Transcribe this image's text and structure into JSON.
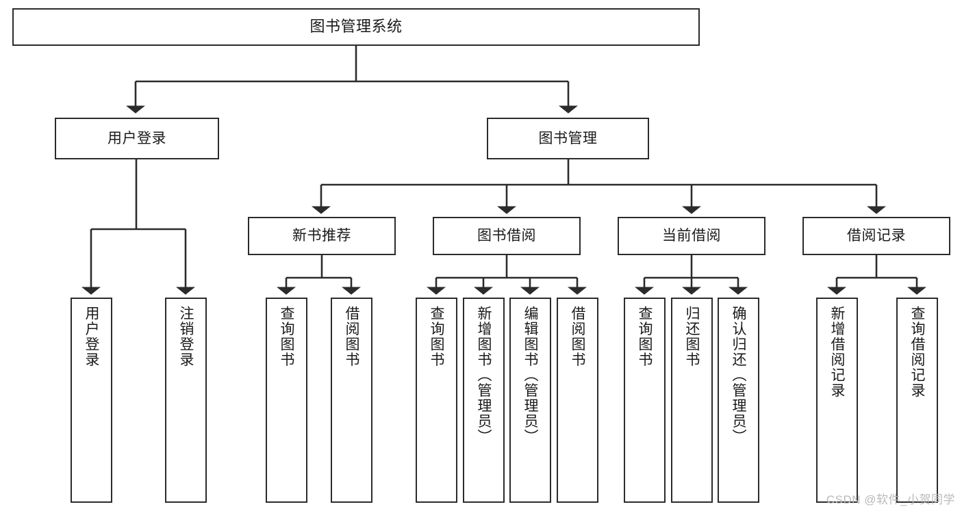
{
  "diagram": {
    "title": "图书管理系统",
    "watermark": "CSDN @软件_小贺同学",
    "stroke_color": "#2b2b2b",
    "fill_color": "#ffffff",
    "watermark_color": "#b9b9b9",
    "type": "tree-hierarchy-diagram"
  },
  "nodes": {
    "root": {
      "label": "图书管理系统"
    },
    "level2": [
      {
        "label": "用户登录"
      },
      {
        "label": "图书管理"
      }
    ],
    "level3": [
      {
        "label": "新书推荐"
      },
      {
        "label": "图书借阅"
      },
      {
        "label": "当前借阅"
      },
      {
        "label": "借阅记录"
      }
    ],
    "leaves": {
      "user_login": [
        {
          "label": "用户登录"
        },
        {
          "label": "注销登录"
        }
      ],
      "new_book_recommend": [
        {
          "label": "查询图书"
        },
        {
          "label": "借阅图书"
        }
      ],
      "book_borrow": [
        {
          "label": "查询图书"
        },
        {
          "label": "新增图书（管理员）"
        },
        {
          "label": "编辑图书（管理员）"
        },
        {
          "label": "借阅图书"
        }
      ],
      "current_borrow": [
        {
          "label": "查询图书"
        },
        {
          "label": "归还图书"
        },
        {
          "label": "确认归还（管理员）"
        }
      ],
      "borrow_record": [
        {
          "label": "新增借阅记录"
        },
        {
          "label": "查询借阅记录"
        }
      ]
    }
  }
}
